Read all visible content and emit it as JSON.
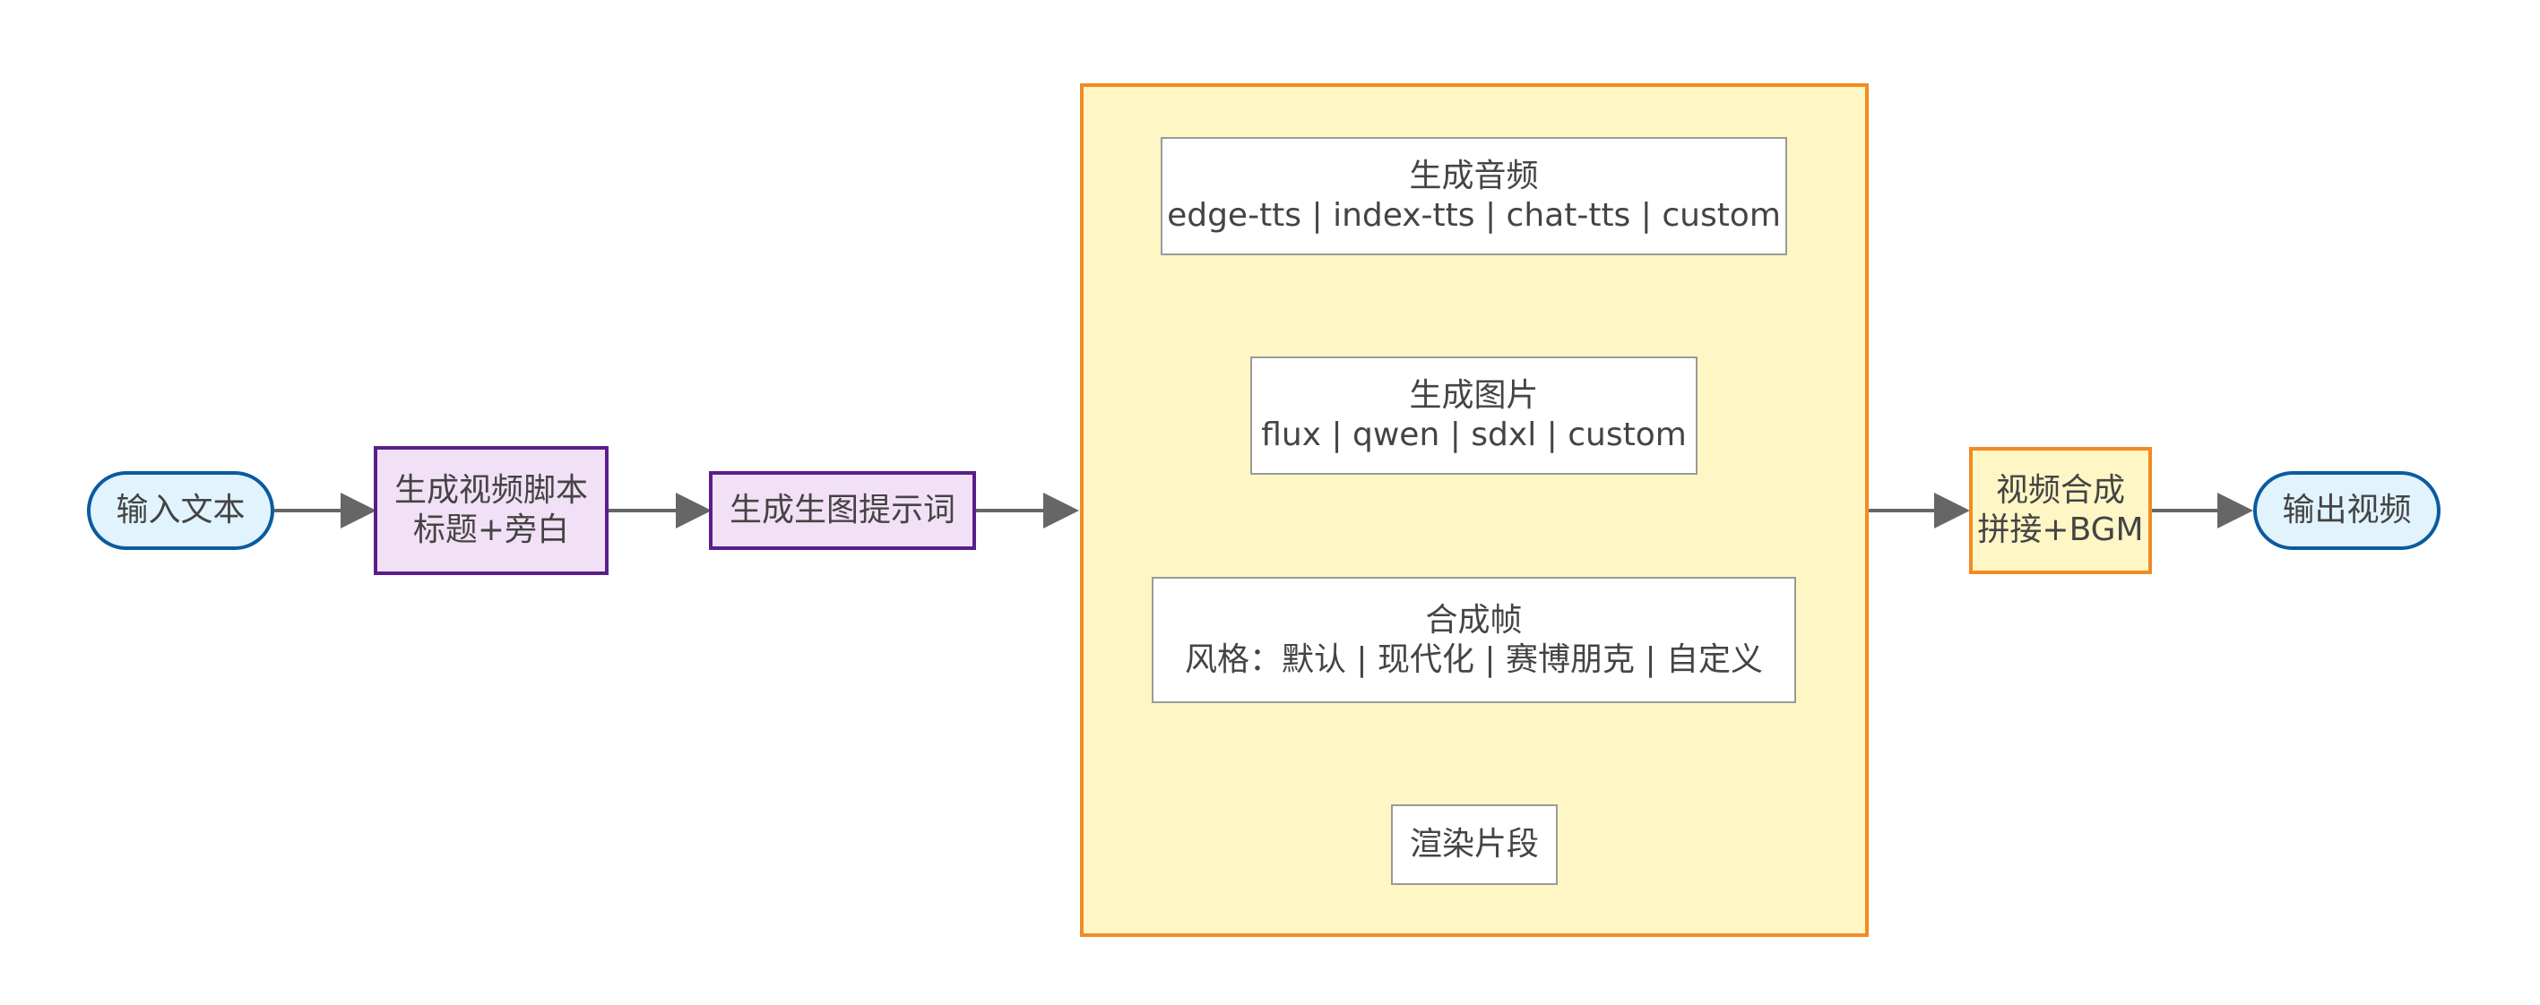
{
  "nodes": {
    "input_text": {
      "label": "输入文本"
    },
    "gen_script": {
      "line1": "生成视频脚本",
      "line2": "标题+旁白"
    },
    "gen_prompt": {
      "label": "生成生图提示词"
    },
    "gen_audio": {
      "line1": "生成音频",
      "line2": "edge-tts | index-tts | chat-tts | custom"
    },
    "gen_image": {
      "line1": "生成图片",
      "line2": "flux | qwen | sdxl | custom"
    },
    "compose_frame": {
      "line1": "合成帧",
      "line2": "风格：默认 | 现代化 | 赛博朋克 | 自定义"
    },
    "render_segment": {
      "label": "渲染片段"
    },
    "video_compose": {
      "line1": "视频合成",
      "line2": "拼接+BGM"
    },
    "output_video": {
      "label": "输出视频"
    }
  },
  "colors": {
    "terminal_fill": "#e1f3fd",
    "terminal_stroke": "#0a5ba0",
    "script_fill": "#f2e1f6",
    "script_stroke": "#5a1e8c",
    "group_fill": "#fff6c6",
    "group_stroke": "#f28b21",
    "arrow": "#666666"
  }
}
